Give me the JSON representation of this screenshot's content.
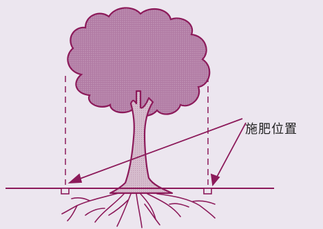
{
  "callout": {
    "label": "施肥位置"
  },
  "colors": {
    "background": "#ece6ef",
    "crown": "#b07aa3",
    "outline": "#8c1a5a",
    "trunk": "#d3b7c8",
    "ground": "#8c1a5a"
  },
  "figure": {
    "elements": [
      "tree-crown",
      "tree-trunk",
      "roots",
      "ground-line",
      "dripline-guides",
      "fertilizer-holes",
      "pointer-arrows"
    ]
  }
}
